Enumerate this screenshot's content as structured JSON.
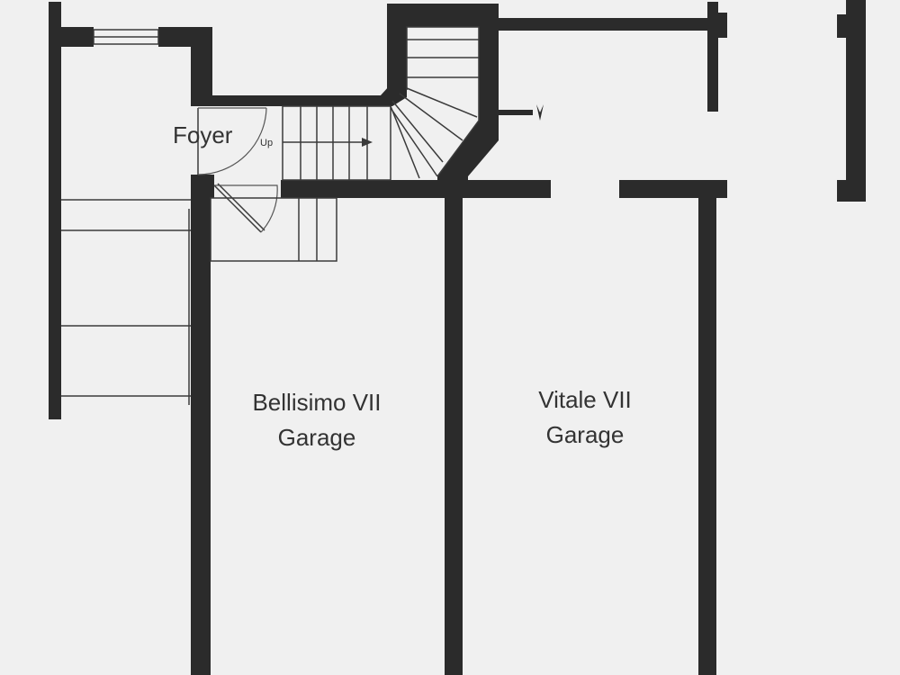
{
  "rooms": {
    "foyer": "Foyer",
    "stair_up": "Up",
    "garage_left": [
      "Bellisimo VII",
      "Garage"
    ],
    "garage_right": [
      "Vitale VII",
      "Garage"
    ]
  },
  "colors": {
    "background": "#f0f0f0",
    "wall": "#2b2b2b",
    "line": "#3a3a3a",
    "text": "#333333"
  }
}
